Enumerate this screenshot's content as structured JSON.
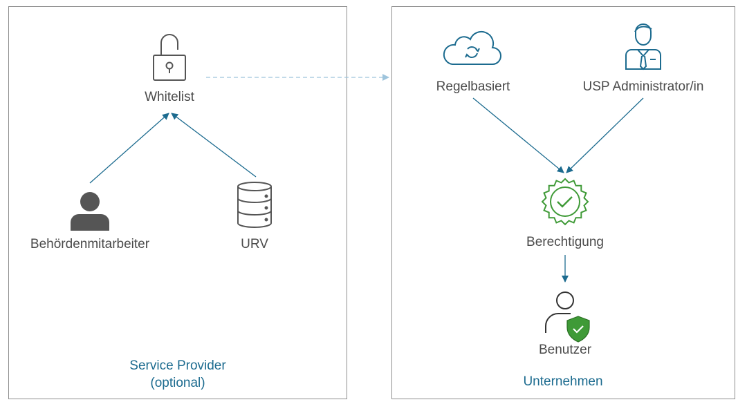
{
  "left_panel": {
    "title_line1": "Service Provider",
    "title_line2": "(optional)",
    "nodes": {
      "whitelist": "Whitelist",
      "employee": "Behördenmitarbeiter",
      "urv": "URV"
    }
  },
  "right_panel": {
    "title": "Unternehmen",
    "nodes": {
      "rule_based": "Regelbasiert",
      "admin": "USP Administrator/in",
      "authorization": "Berechtigung",
      "user": "Benutzer"
    }
  },
  "colors": {
    "arrow": "#1c6b8f",
    "dashed_arrow": "#9ec4dc",
    "icon_gray": "#555555",
    "icon_blue": "#1c6b8f",
    "icon_green": "#3f9a37",
    "accent_text": "#1c6b8f"
  },
  "icons": {
    "whitelist": "padlock-open-icon",
    "employee": "person-silhouette-icon",
    "urv": "database-icon",
    "rule_based": "cloud-sync-icon",
    "admin": "businessman-icon",
    "authorization": "certificate-badge-check-icon",
    "user": "user-shield-icon"
  }
}
